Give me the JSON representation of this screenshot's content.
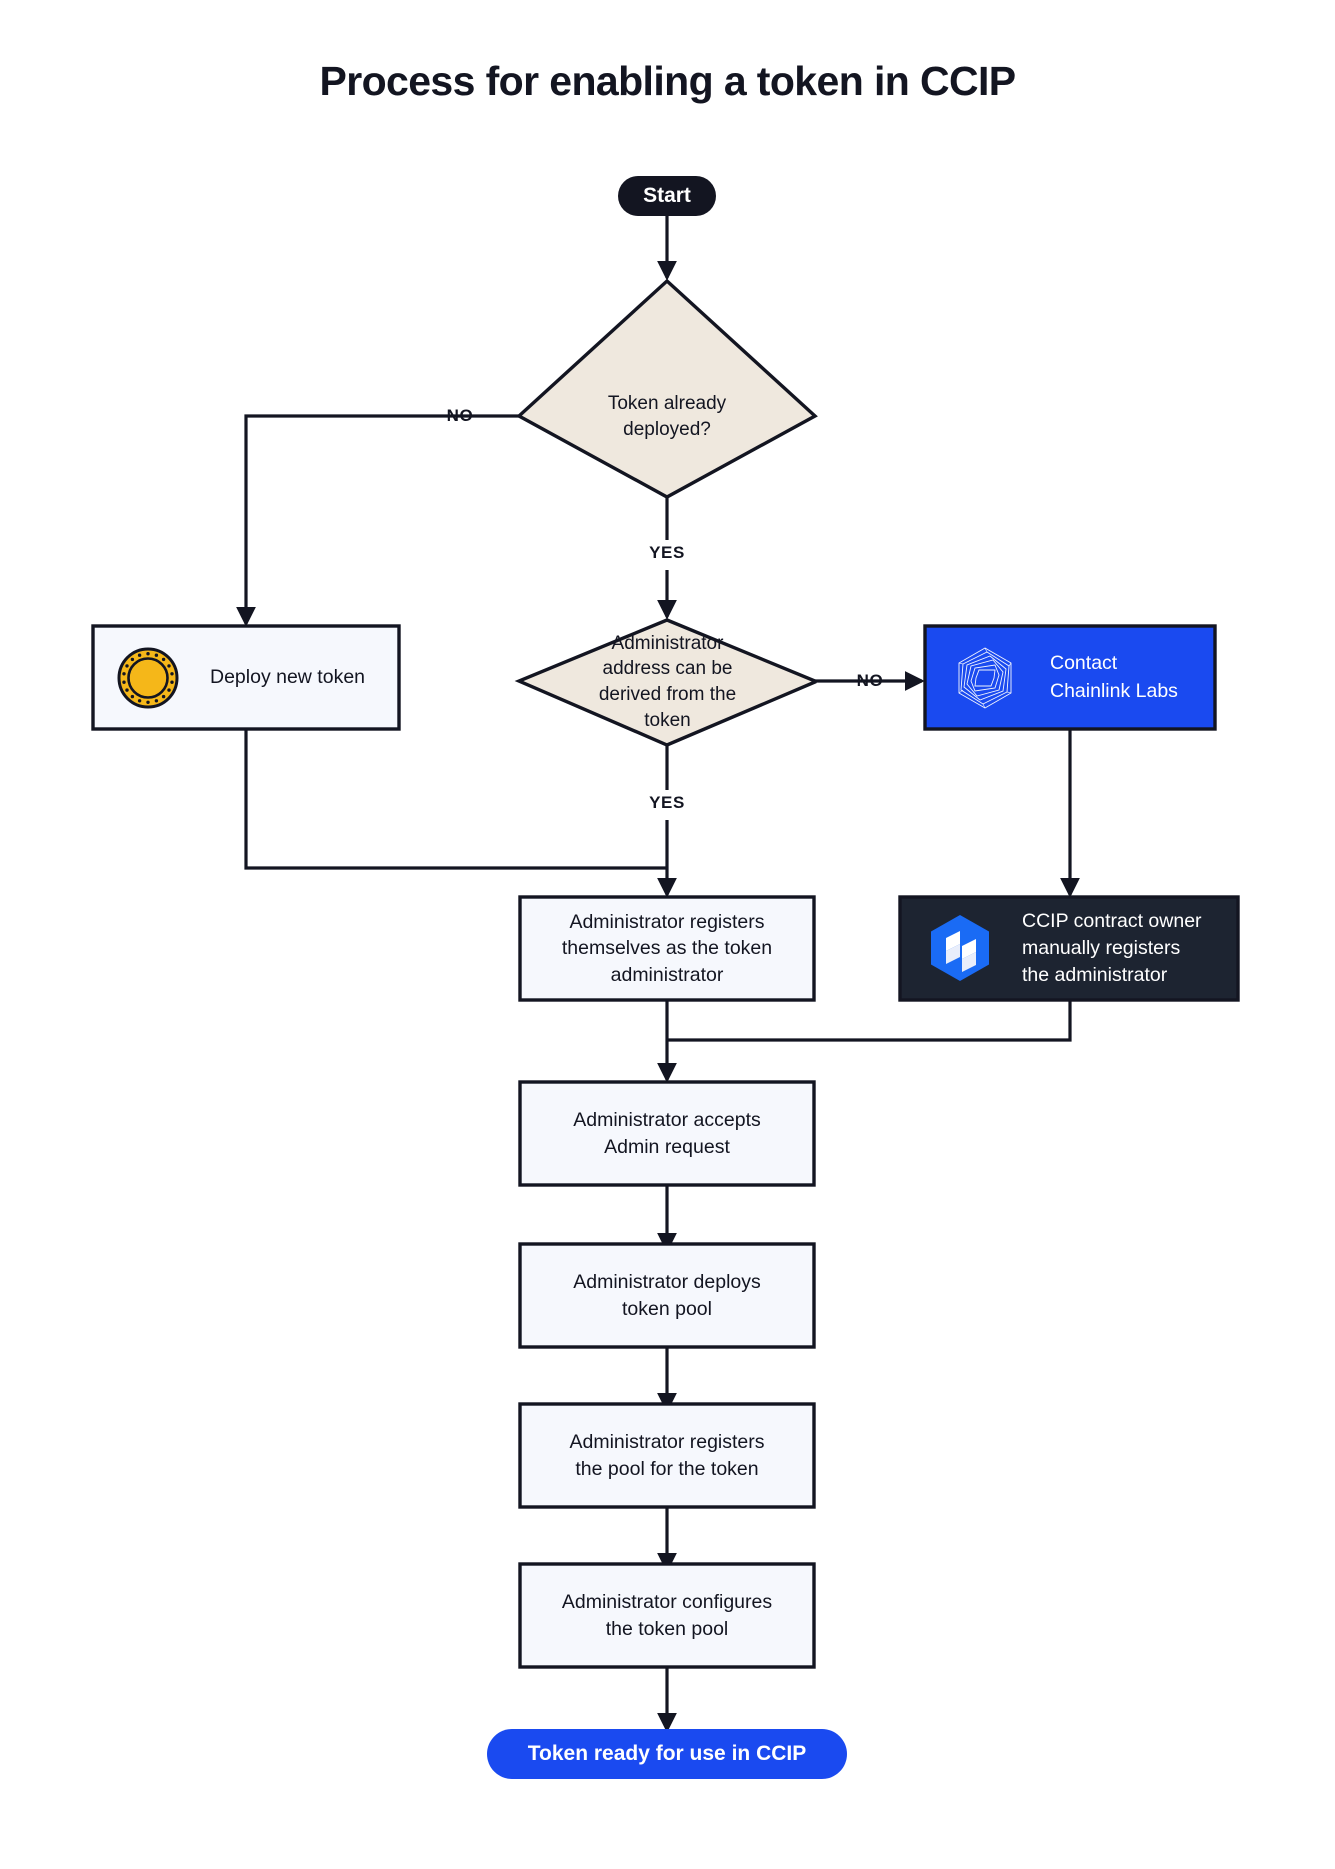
{
  "title": "Process for enabling a token in CCIP",
  "colors": {
    "ink": "#131521",
    "decision_fill": "#EFE8DE",
    "process_fill": "#F6F8FD",
    "brand_blue": "#1A4AF0",
    "dark_navy": "#1D2431",
    "coin_gold": "#F5B719",
    "white": "#FFFFFF"
  },
  "nodes": {
    "start": {
      "label": "Start",
      "shape": "pill",
      "fill": "#131521"
    },
    "decision_token_deployed": {
      "label": "Token already\ndeployed?",
      "shape": "diamond",
      "fill": "#EFE8DE"
    },
    "deploy_new_token": {
      "label": "Deploy new token",
      "shape": "process",
      "fill": "#F6F8FD",
      "icon": "gold-coin-icon"
    },
    "decision_admin_derived": {
      "label": "Administrator\naddress can be\nderived from the\ntoken",
      "shape": "diamond",
      "fill": "#EFE8DE"
    },
    "contact_chainlink_labs": {
      "label": "Contact\nChainlink Labs",
      "shape": "process",
      "fill": "#1A4AF0",
      "icon": "chainlink-logo-icon"
    },
    "admin_registers_self": {
      "label": "Administrator registers\nthemselves as the token\nadministrator",
      "shape": "process",
      "fill": "#F6F8FD"
    },
    "ccip_owner_registers": {
      "label": "CCIP contract owner\nmanually registers\nthe administrator",
      "shape": "process",
      "fill": "#1D2431",
      "icon": "ccip-logo-icon"
    },
    "admin_accepts_request": {
      "label": "Administrator accepts\nAdmin request",
      "shape": "process",
      "fill": "#F6F8FD"
    },
    "admin_deploys_pool": {
      "label": "Administrator deploys\ntoken pool",
      "shape": "process",
      "fill": "#F6F8FD"
    },
    "admin_registers_pool": {
      "label": "Administrator registers\nthe pool for the token",
      "shape": "process",
      "fill": "#F6F8FD"
    },
    "admin_configures_pool": {
      "label": "Administrator configures\nthe token pool",
      "shape": "process",
      "fill": "#F6F8FD"
    },
    "end": {
      "label": "Token ready for use in CCIP",
      "shape": "pill",
      "fill": "#1A4AF0"
    }
  },
  "edge_labels": {
    "deployed_no": "NO",
    "deployed_yes": "YES",
    "derived_no": "NO",
    "derived_yes": "YES"
  },
  "flow": [
    {
      "from": "start",
      "to": "decision_token_deployed",
      "label": ""
    },
    {
      "from": "decision_token_deployed",
      "to": "deploy_new_token",
      "label": "NO"
    },
    {
      "from": "decision_token_deployed",
      "to": "decision_admin_derived",
      "label": "YES"
    },
    {
      "from": "decision_admin_derived",
      "to": "contact_chainlink_labs",
      "label": "NO"
    },
    {
      "from": "decision_admin_derived",
      "to": "admin_registers_self",
      "label": "YES"
    },
    {
      "from": "deploy_new_token",
      "to": "admin_registers_self",
      "label": ""
    },
    {
      "from": "contact_chainlink_labs",
      "to": "ccip_owner_registers",
      "label": ""
    },
    {
      "from": "admin_registers_self",
      "to": "admin_accepts_request",
      "label": ""
    },
    {
      "from": "ccip_owner_registers",
      "to": "admin_accepts_request",
      "label": ""
    },
    {
      "from": "admin_accepts_request",
      "to": "admin_deploys_pool",
      "label": ""
    },
    {
      "from": "admin_deploys_pool",
      "to": "admin_registers_pool",
      "label": ""
    },
    {
      "from": "admin_registers_pool",
      "to": "admin_configures_pool",
      "label": ""
    },
    {
      "from": "admin_configures_pool",
      "to": "end",
      "label": ""
    }
  ]
}
